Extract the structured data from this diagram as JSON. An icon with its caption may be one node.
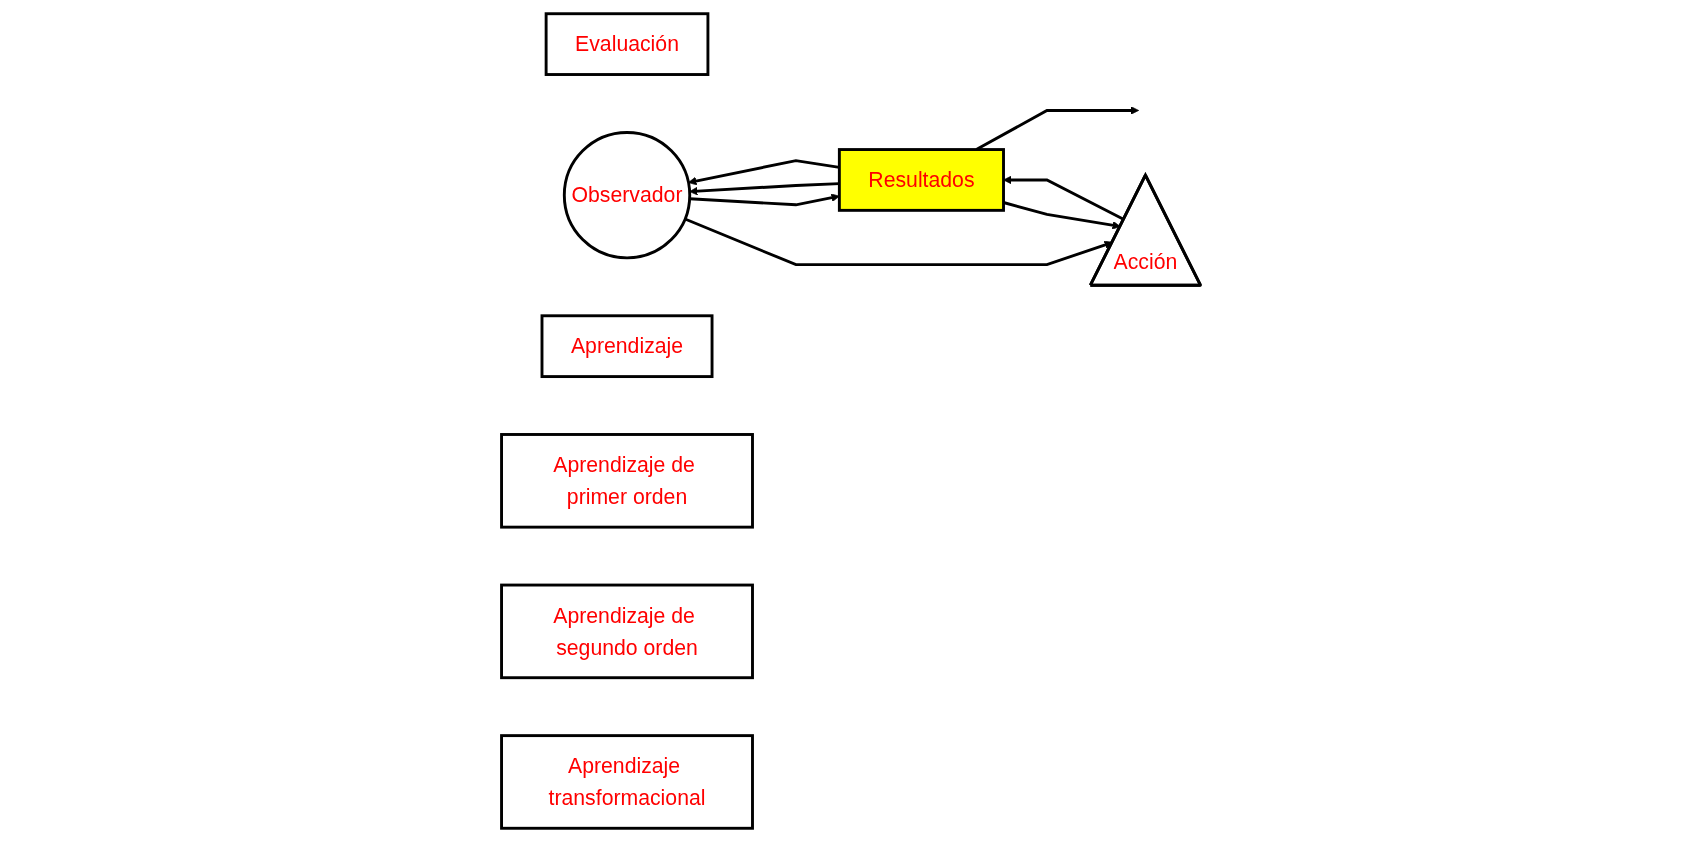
{
  "diagram": {
    "nodes": [
      {
        "text": [
          "Evaluación"
        ]
      },
      {
        "text": [
          "Observador"
        ]
      },
      {
        "text": [
          "Acción"
        ]
      },
      {
        "text": [
          "Resultados"
        ]
      },
      {
        "text": [
          "Aprendizaje"
        ]
      },
      {
        "text": [
          "Aprendizaje de primer orden"
        ]
      },
      {
        "text": [
          "Aprendizaje de segundo orden"
        ]
      },
      {
        "text": [
          "Aprendizaje transformacional"
        ]
      }
    ],
    "edges": [
      {
        "from": 1,
        "to": 3,
        "arrow": "to"
      },
      {
        "from": 1,
        "to": 2,
        "arrow": "to"
      },
      {
        "from": 2,
        "to": 3,
        "arrow": "to"
      },
      {
        "from": 3,
        "to": null,
        "arrow": "to"
      },
      {
        "from": 3,
        "to": 2,
        "arrow": "to"
      },
      {
        "from": 3,
        "to": 1,
        "arrow": "to"
      },
      {
        "from": 3,
        "to": 1,
        "arrow": "to"
      }
    ]
  }
}
